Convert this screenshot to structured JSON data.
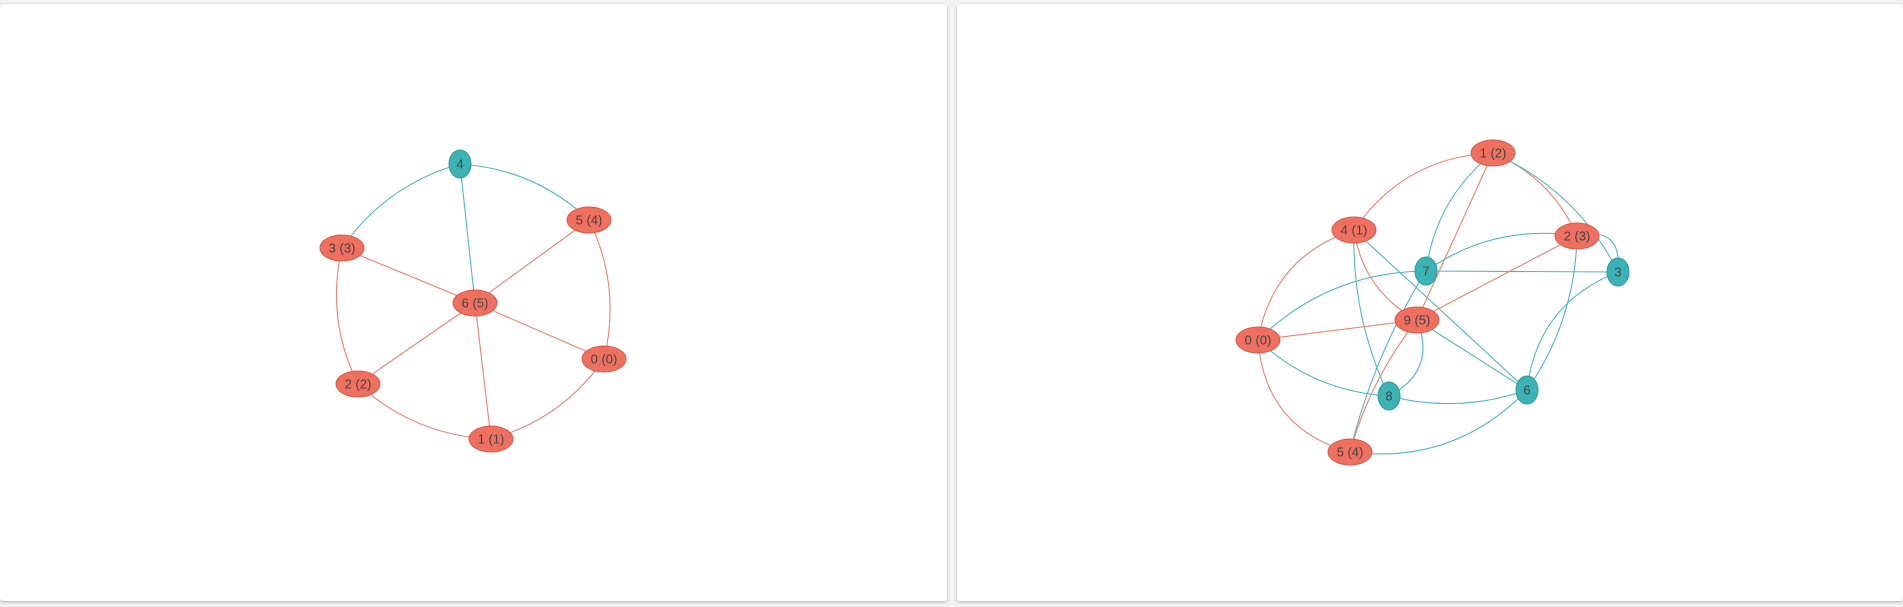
{
  "colors": {
    "red_node": "#f07060",
    "red_node_stroke": "#d65a4c",
    "teal_node": "#3bb3b4",
    "teal_node_stroke": "#2d9a9b",
    "red_edge": "#f08070",
    "teal_edge": "#4fb8bf",
    "label": "#444444"
  },
  "graphs": [
    {
      "nodes": [
        {
          "id": "n4",
          "label": "4",
          "group": "teal"
        },
        {
          "id": "n5",
          "label": "5 (4)",
          "group": "red"
        },
        {
          "id": "n3",
          "label": "3 (3)",
          "group": "red"
        },
        {
          "id": "n6",
          "label": "6 (5)",
          "group": "red"
        },
        {
          "id": "n0",
          "label": "0 (0)",
          "group": "red"
        },
        {
          "id": "n2",
          "label": "2 (2)",
          "group": "red"
        },
        {
          "id": "n1",
          "label": "1 (1)",
          "group": "red"
        }
      ],
      "edges": [
        {
          "from": "n4",
          "to": "n3",
          "color": "teal"
        },
        {
          "from": "n4",
          "to": "n5",
          "color": "teal"
        },
        {
          "from": "n4",
          "to": "n6",
          "color": "teal"
        },
        {
          "from": "n3",
          "to": "n6",
          "color": "red"
        },
        {
          "from": "n5",
          "to": "n6",
          "color": "red"
        },
        {
          "from": "n6",
          "to": "n0",
          "color": "red"
        },
        {
          "from": "n6",
          "to": "n2",
          "color": "red"
        },
        {
          "from": "n6",
          "to": "n1",
          "color": "red"
        },
        {
          "from": "n3",
          "to": "n2",
          "color": "red"
        },
        {
          "from": "n2",
          "to": "n1",
          "color": "red"
        },
        {
          "from": "n1",
          "to": "n0",
          "color": "red"
        },
        {
          "from": "n0",
          "to": "n5",
          "color": "red"
        }
      ]
    },
    {
      "nodes": [
        {
          "id": "m1",
          "label": "1 (2)",
          "group": "red"
        },
        {
          "id": "m4",
          "label": "4 (1)",
          "group": "red"
        },
        {
          "id": "m2",
          "label": "2 (3)",
          "group": "red"
        },
        {
          "id": "m7",
          "label": "7",
          "group": "teal"
        },
        {
          "id": "m3",
          "label": "3",
          "group": "teal"
        },
        {
          "id": "m9",
          "label": "9 (5)",
          "group": "red"
        },
        {
          "id": "m0",
          "label": "0 (0)",
          "group": "red"
        },
        {
          "id": "m8",
          "label": "8",
          "group": "teal"
        },
        {
          "id": "m6",
          "label": "6",
          "group": "teal"
        },
        {
          "id": "m5",
          "label": "5 (4)",
          "group": "red"
        }
      ],
      "edges": [
        {
          "from": "m4",
          "to": "m1",
          "color": "red"
        },
        {
          "from": "m1",
          "to": "m2",
          "color": "red"
        },
        {
          "from": "m1",
          "to": "m9",
          "color": "red"
        },
        {
          "from": "m1",
          "to": "m7",
          "color": "teal"
        },
        {
          "from": "m1",
          "to": "m3",
          "color": "teal"
        },
        {
          "from": "m4",
          "to": "m0",
          "color": "red"
        },
        {
          "from": "m4",
          "to": "m9",
          "color": "red"
        },
        {
          "from": "m4",
          "to": "m6",
          "color": "teal"
        },
        {
          "from": "m4",
          "to": "m8",
          "color": "teal"
        },
        {
          "from": "m7",
          "to": "m3",
          "color": "teal"
        },
        {
          "from": "m7",
          "to": "m2",
          "color": "teal"
        },
        {
          "from": "m7",
          "to": "m0",
          "color": "teal"
        },
        {
          "from": "m7",
          "to": "m5",
          "color": "teal"
        },
        {
          "from": "m2",
          "to": "m9",
          "color": "red"
        },
        {
          "from": "m2",
          "to": "m3",
          "color": "teal"
        },
        {
          "from": "m2",
          "to": "m6",
          "color": "teal"
        },
        {
          "from": "m9",
          "to": "m0",
          "color": "red"
        },
        {
          "from": "m9",
          "to": "m5",
          "color": "red"
        },
        {
          "from": "m9",
          "to": "m8",
          "color": "teal"
        },
        {
          "from": "m9",
          "to": "m6",
          "color": "teal"
        },
        {
          "from": "m0",
          "to": "m8",
          "color": "teal"
        },
        {
          "from": "m0",
          "to": "m5",
          "color": "red"
        },
        {
          "from": "m8",
          "to": "m6",
          "color": "teal"
        },
        {
          "from": "m6",
          "to": "m3",
          "color": "teal"
        },
        {
          "from": "m5",
          "to": "m6",
          "color": "teal"
        }
      ]
    }
  ]
}
